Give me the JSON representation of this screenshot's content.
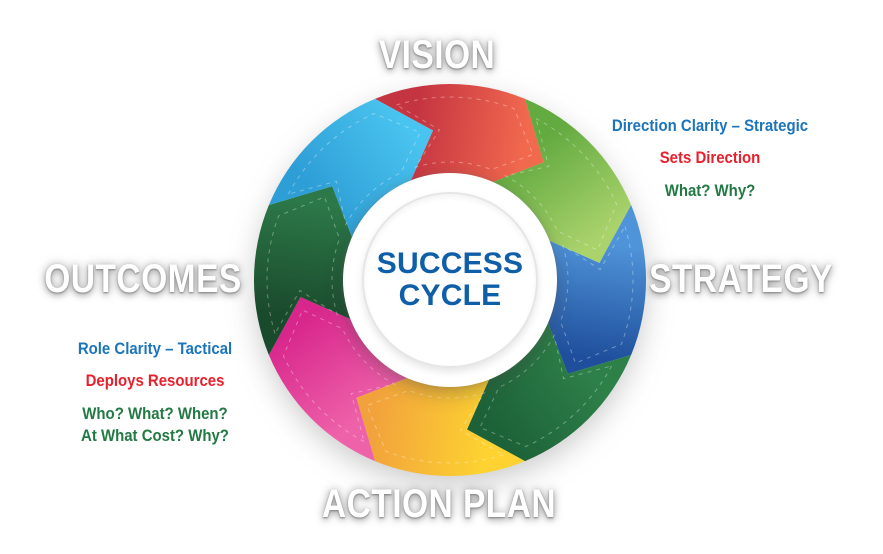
{
  "diagram_title": {
    "line1": "SUCCESS",
    "line2": "CYCLE"
  },
  "stage_labels": {
    "top": "VISION",
    "right": "STRATEGY",
    "bottom": "ACTION PLAN",
    "left": "OUTCOMES"
  },
  "annotations": {
    "strategy_side": {
      "lines": [
        {
          "text": "Direction Clarity – Strategic",
          "color": "#1c75bb"
        },
        {
          "text": "Sets Direction",
          "color": "#e8202c"
        },
        {
          "text": "What? Why?",
          "color": "#237944"
        }
      ]
    },
    "outcomes_side": {
      "lines": [
        {
          "text": "Role Clarity – Tactical",
          "color": "#1c75bb"
        },
        {
          "text": "Deploys Resources",
          "color": "#e8202c"
        },
        {
          "text": "Who? What? When?",
          "color": "#237944"
        },
        {
          "text": "At What Cost? Why?",
          "color": "#237944"
        }
      ]
    }
  },
  "wheel": {
    "direction": "clockwise",
    "center_text_color": "#0f5fa8",
    "label_color": "#ffffff",
    "segments": [
      {
        "name": "coral-top",
        "color_from": "#c43441",
        "color_to": "#f26a4e"
      },
      {
        "name": "lime-top-right",
        "color_from": "#63aa41",
        "color_to": "#abd36c"
      },
      {
        "name": "blue-right",
        "color_from": "#4f93d8",
        "color_to": "#1f4f9c"
      },
      {
        "name": "green-bottom-right",
        "color_from": "#2e8049",
        "color_to": "#1c6138"
      },
      {
        "name": "yellow-bottom",
        "color_from": "#fdd231",
        "color_to": "#f2a23c"
      },
      {
        "name": "pink-bottom-left",
        "color_from": "#ee62a9",
        "color_to": "#d8268c"
      },
      {
        "name": "forest-left",
        "color_from": "#1a4a2c",
        "color_to": "#2c7848"
      },
      {
        "name": "cyan-top-left",
        "color_from": "#2e9ed6",
        "color_to": "#49c3ef"
      }
    ]
  }
}
